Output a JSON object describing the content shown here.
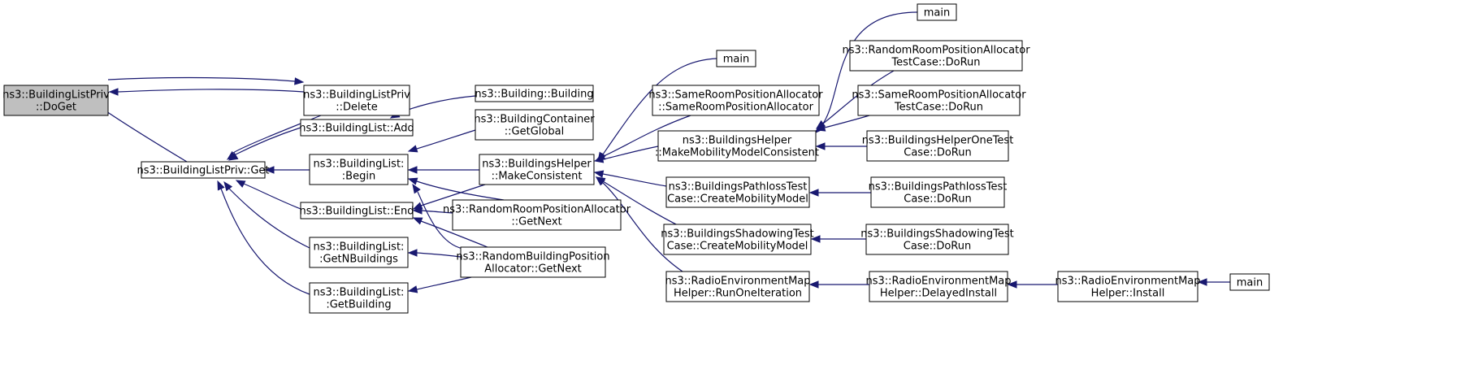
{
  "graph": {
    "nodes": [
      {
        "id": "doget",
        "lines": [
          "ns3::BuildingListPriv",
          "::DoGet"
        ],
        "root": true
      },
      {
        "id": "delete",
        "lines": [
          "ns3::BuildingListPriv",
          "::Delete"
        ]
      },
      {
        "id": "building",
        "lines": [
          "ns3::Building::Building"
        ]
      },
      {
        "id": "add",
        "lines": [
          "ns3::BuildingList::Add"
        ]
      },
      {
        "id": "getglobal",
        "lines": [
          "ns3::BuildingContainer",
          "::GetGlobal"
        ]
      },
      {
        "id": "privget",
        "lines": [
          "ns3::BuildingListPriv::Get"
        ]
      },
      {
        "id": "begin",
        "lines": [
          "ns3::BuildingList:",
          ":Begin"
        ]
      },
      {
        "id": "makeconsistent",
        "lines": [
          "ns3::BuildingsHelper",
          "::MakeConsistent"
        ]
      },
      {
        "id": "end",
        "lines": [
          "ns3::BuildingList::End"
        ]
      },
      {
        "id": "roomgetnext",
        "lines": [
          "ns3::RandomRoomPositionAllocator",
          "::GetNext"
        ]
      },
      {
        "id": "getnbuildings",
        "lines": [
          "ns3::BuildingList:",
          ":GetNBuildings"
        ]
      },
      {
        "id": "buildinggetnext",
        "lines": [
          "ns3::RandomBuildingPosition",
          "Allocator::GetNext"
        ]
      },
      {
        "id": "getbuilding",
        "lines": [
          "ns3::BuildingList:",
          ":GetBuilding"
        ]
      },
      {
        "id": "main1",
        "lines": [
          "main"
        ]
      },
      {
        "id": "sameroom",
        "lines": [
          "ns3::SameRoomPositionAllocator",
          "::SameRoomPositionAllocator"
        ]
      },
      {
        "id": "makemobility",
        "lines": [
          "ns3::BuildingsHelper",
          "::MakeMobilityModelConsistent"
        ]
      },
      {
        "id": "pathlossmobility",
        "lines": [
          "ns3::BuildingsPathlossTest",
          "Case::CreateMobilityModel"
        ]
      },
      {
        "id": "shadowmobility",
        "lines": [
          "ns3::BuildingsShadowingTest",
          "Case::CreateMobilityModel"
        ]
      },
      {
        "id": "runone",
        "lines": [
          "ns3::RadioEnvironmentMap",
          "Helper::RunOneIteration"
        ]
      },
      {
        "id": "main2",
        "lines": [
          "main"
        ]
      },
      {
        "id": "randroomtest",
        "lines": [
          "ns3::RandomRoomPositionAllocator",
          "TestCase::DoRun"
        ]
      },
      {
        "id": "sameroomtest",
        "lines": [
          "ns3::SameRoomPositionAllocator",
          "TestCase::DoRun"
        ]
      },
      {
        "id": "helperonetest",
        "lines": [
          "ns3::BuildingsHelperOneTest",
          "Case::DoRun"
        ]
      },
      {
        "id": "pathlosstest",
        "lines": [
          "ns3::BuildingsPathlossTest",
          "Case::DoRun"
        ]
      },
      {
        "id": "shadowtest",
        "lines": [
          "ns3::BuildingsShadowingTest",
          "Case::DoRun"
        ]
      },
      {
        "id": "delayed",
        "lines": [
          "ns3::RadioEnvironmentMap",
          "Helper::DelayedInstall"
        ]
      },
      {
        "id": "install",
        "lines": [
          "ns3::RadioEnvironmentMap",
          "Helper::Install"
        ]
      },
      {
        "id": "main3",
        "lines": [
          "main"
        ]
      }
    ],
    "edges": [
      {
        "from": "delete",
        "to": "doget"
      },
      {
        "from": "doget",
        "to": "delete"
      },
      {
        "from": "privget",
        "to": "doget"
      },
      {
        "from": "add",
        "to": "privget"
      },
      {
        "from": "delete",
        "to": "privget"
      },
      {
        "from": "begin",
        "to": "privget"
      },
      {
        "from": "end",
        "to": "privget"
      },
      {
        "from": "getnbuildings",
        "to": "privget"
      },
      {
        "from": "getbuilding",
        "to": "privget"
      },
      {
        "from": "building",
        "to": "add"
      },
      {
        "from": "getglobal",
        "to": "begin"
      },
      {
        "from": "makeconsistent",
        "to": "begin"
      },
      {
        "from": "roomgetnext",
        "to": "begin"
      },
      {
        "from": "buildinggetnext",
        "to": "begin"
      },
      {
        "from": "makeconsistent",
        "to": "end"
      },
      {
        "from": "roomgetnext",
        "to": "end"
      },
      {
        "from": "buildinggetnext",
        "to": "end"
      },
      {
        "from": "buildinggetnext",
        "to": "getnbuildings"
      },
      {
        "from": "buildinggetnext",
        "to": "getbuilding"
      },
      {
        "from": "main1",
        "to": "makeconsistent"
      },
      {
        "from": "sameroom",
        "to": "makeconsistent"
      },
      {
        "from": "makemobility",
        "to": "makeconsistent"
      },
      {
        "from": "pathlossmobility",
        "to": "makeconsistent"
      },
      {
        "from": "shadowmobility",
        "to": "makeconsistent"
      },
      {
        "from": "runone",
        "to": "makeconsistent"
      },
      {
        "from": "main2",
        "to": "makemobility"
      },
      {
        "from": "randroomtest",
        "to": "makemobility"
      },
      {
        "from": "sameroomtest",
        "to": "makemobility"
      },
      {
        "from": "helperonetest",
        "to": "makemobility"
      },
      {
        "from": "pathlosstest",
        "to": "pathlossmobility"
      },
      {
        "from": "shadowtest",
        "to": "shadowmobility"
      },
      {
        "from": "delayed",
        "to": "runone"
      },
      {
        "from": "install",
        "to": "delayed"
      },
      {
        "from": "main3",
        "to": "install"
      }
    ]
  },
  "colors": {
    "edge": "#191970",
    "root_fill": "#bfbfbf",
    "node_fill": "#ffffff",
    "node_border": "#000000"
  }
}
